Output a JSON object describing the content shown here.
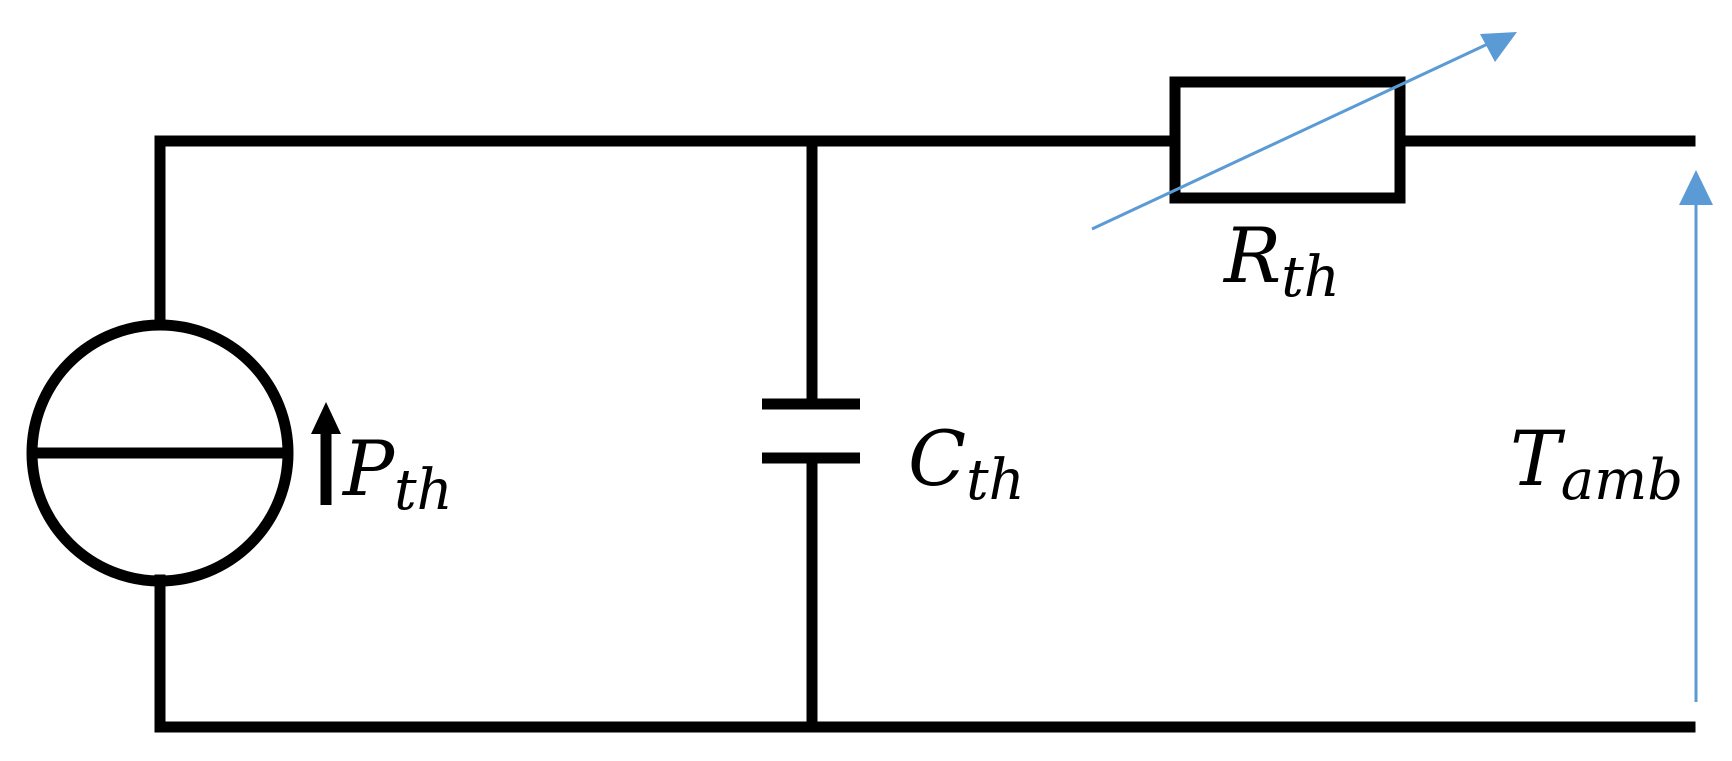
{
  "diagram": {
    "labels": {
      "power_source": {
        "main": "P",
        "sub": "th"
      },
      "capacitor": {
        "main": "C",
        "sub": "th"
      },
      "resistor": {
        "main": "R",
        "sub": "th"
      },
      "ambient": {
        "main": "T",
        "sub": "amb"
      }
    },
    "colors": {
      "wire": "#000000",
      "arrow": "#5b9bd5",
      "background": "#ffffff"
    }
  }
}
